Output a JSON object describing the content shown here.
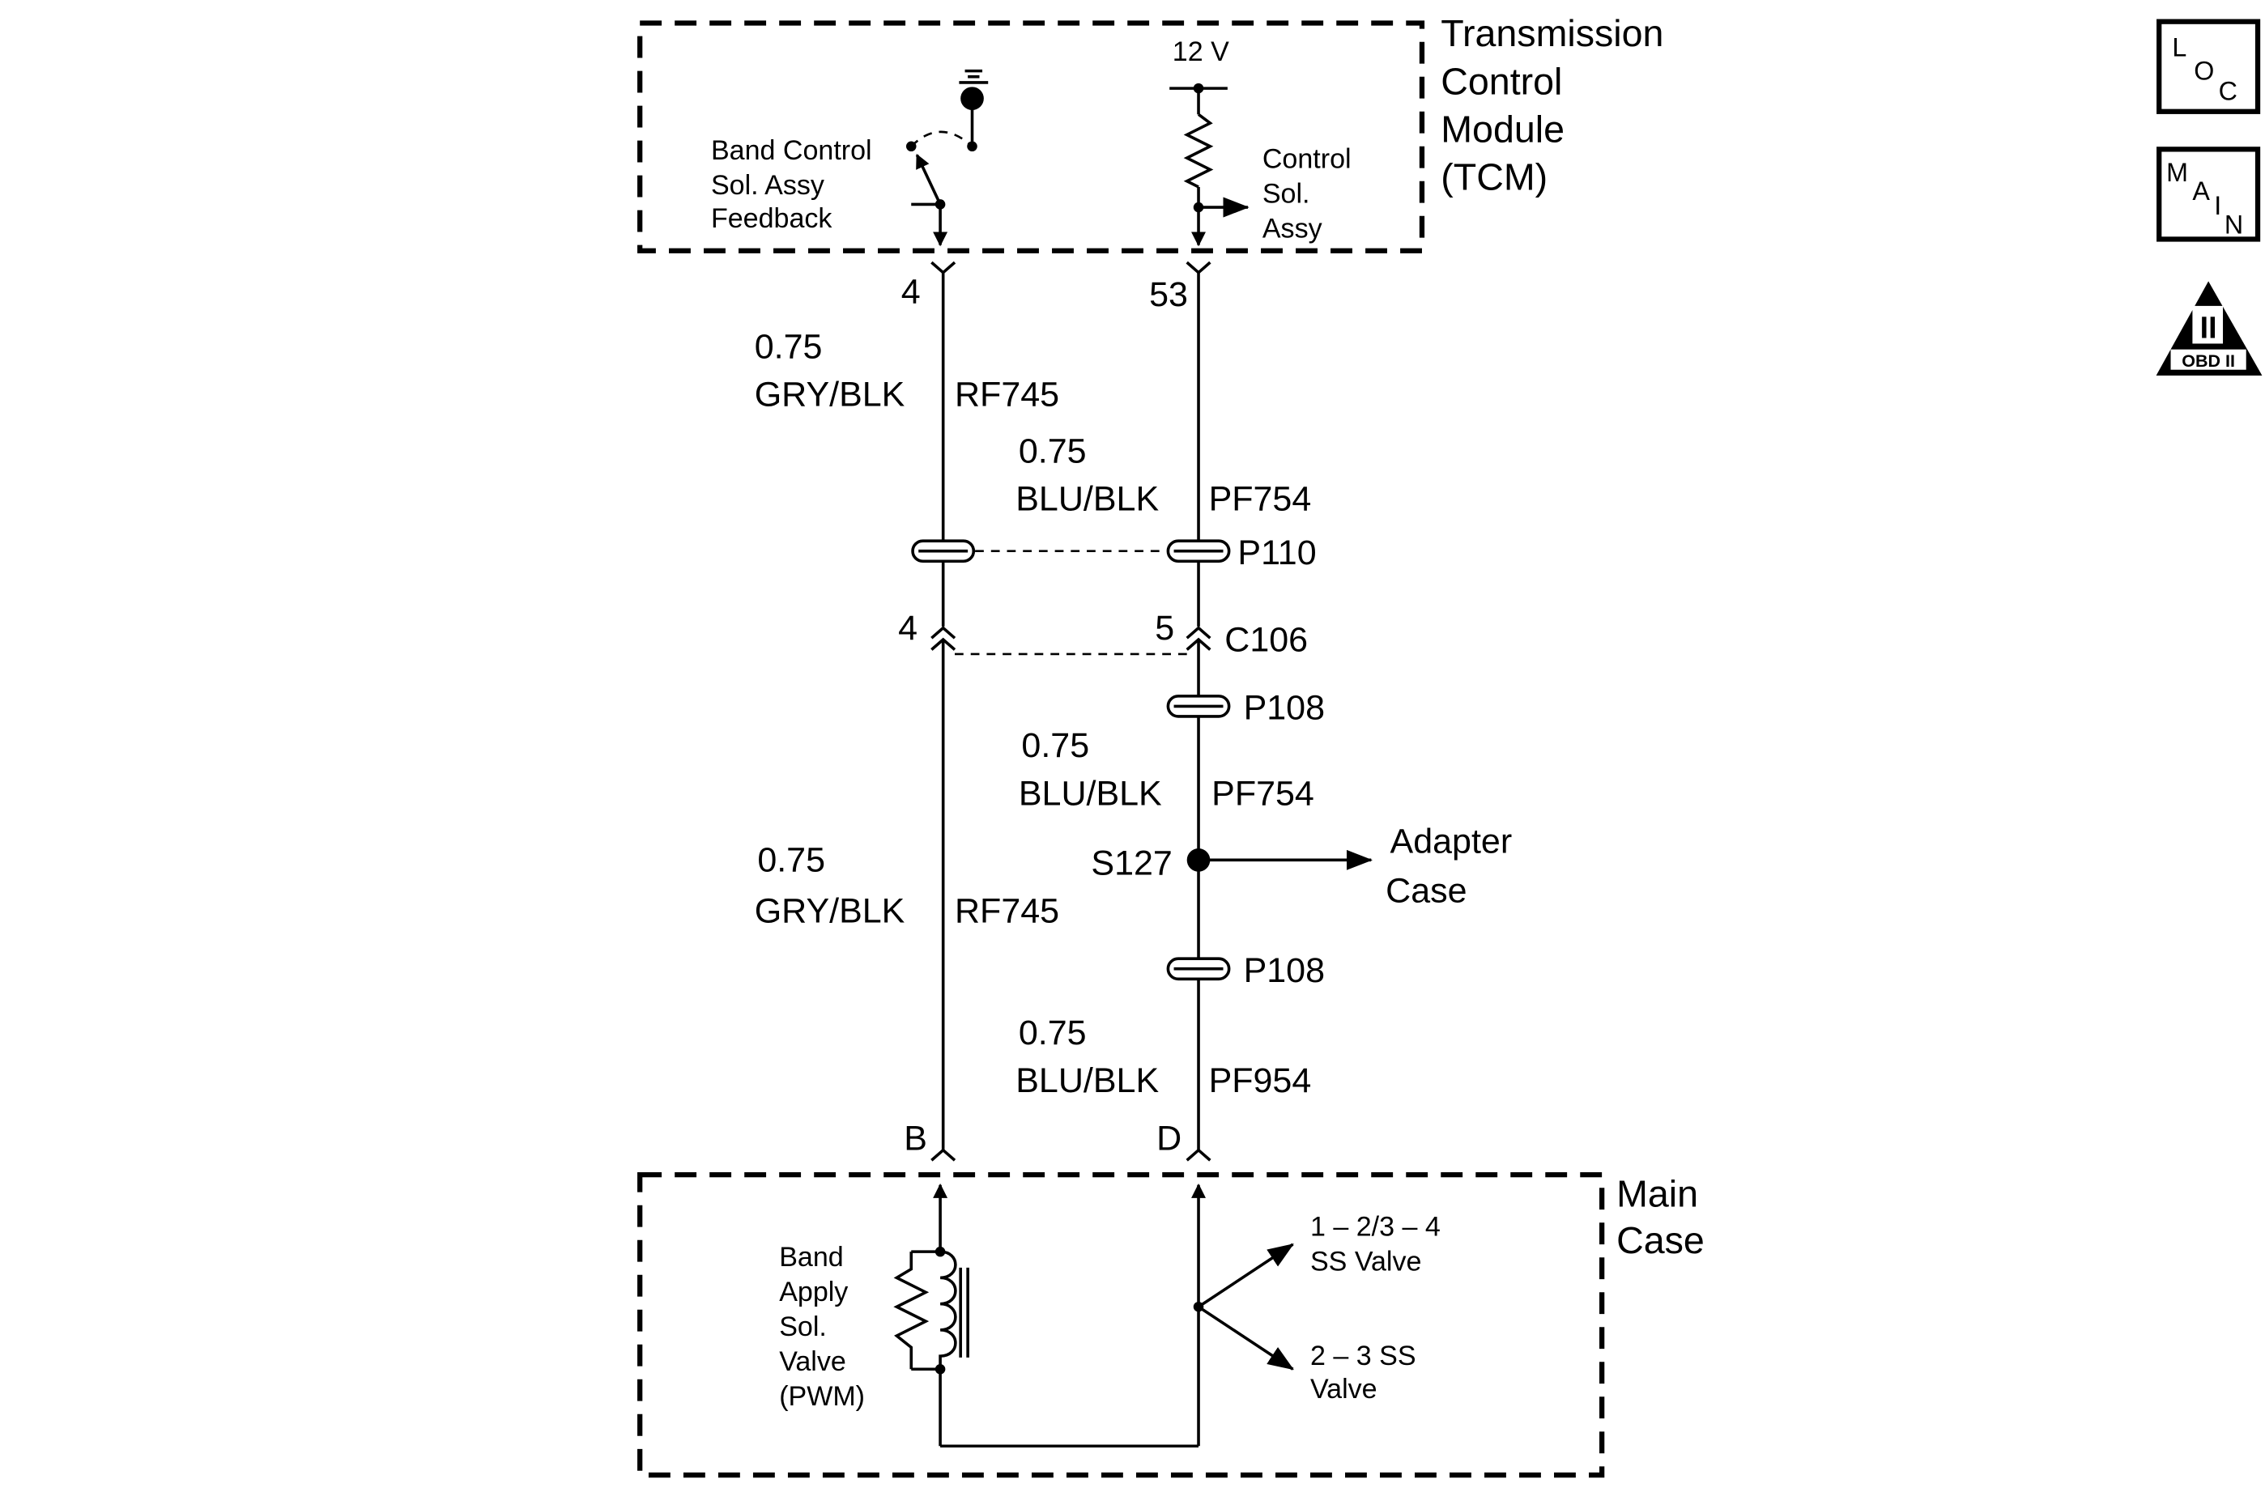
{
  "modules": {
    "tcm": {
      "name": [
        "Transmission",
        "Control",
        "Module",
        "(TCM)"
      ]
    },
    "main_case": {
      "name": [
        "Main",
        "Case"
      ]
    }
  },
  "tcm_internals": {
    "supply": "12 V",
    "feedback_label": [
      "Band Control",
      "Sol. Assy",
      "Feedback"
    ],
    "control_label": [
      "Control",
      "Sol.",
      "Assy"
    ]
  },
  "pins": {
    "tcm_left": "4",
    "tcm_right": "53",
    "c106_left": "4",
    "c106_right": "5",
    "case_left": "B",
    "case_right": "D"
  },
  "wires": {
    "left_upper": {
      "gauge": "0.75",
      "color": "GRY/BLK",
      "circuit": "RF745"
    },
    "right_upper": {
      "gauge": "0.75",
      "color": "BLU/BLK",
      "circuit": "PF754"
    },
    "right_middle": {
      "gauge": "0.75",
      "color": "BLU/BLK",
      "circuit": "PF754"
    },
    "left_lower": {
      "gauge": "0.75",
      "color": "GRY/BLK",
      "circuit": "RF745"
    },
    "right_lower": {
      "gauge": "0.75",
      "color": "BLU/BLK",
      "circuit": "PF954"
    }
  },
  "connectors": {
    "p110": "P110",
    "c106": "C106",
    "p108_upper": "P108",
    "p108_lower": "P108"
  },
  "splice": {
    "id": "S127",
    "destination": [
      "Adapter",
      "Case"
    ]
  },
  "case_components": {
    "band_apply": [
      "Band",
      "Apply",
      "Sol.",
      "Valve",
      "(PWM)"
    ],
    "valve_1": [
      "1 – 2/3 – 4",
      "SS Valve"
    ],
    "valve_2": [
      "2 – 3 SS",
      "Valve"
    ]
  },
  "icons": {
    "loc": {
      "letters": [
        "L",
        "O",
        "C"
      ]
    },
    "main": {
      "letters": [
        "M",
        "A",
        "I",
        "N"
      ]
    },
    "obd": {
      "mark": "II",
      "text": "OBD II"
    }
  }
}
